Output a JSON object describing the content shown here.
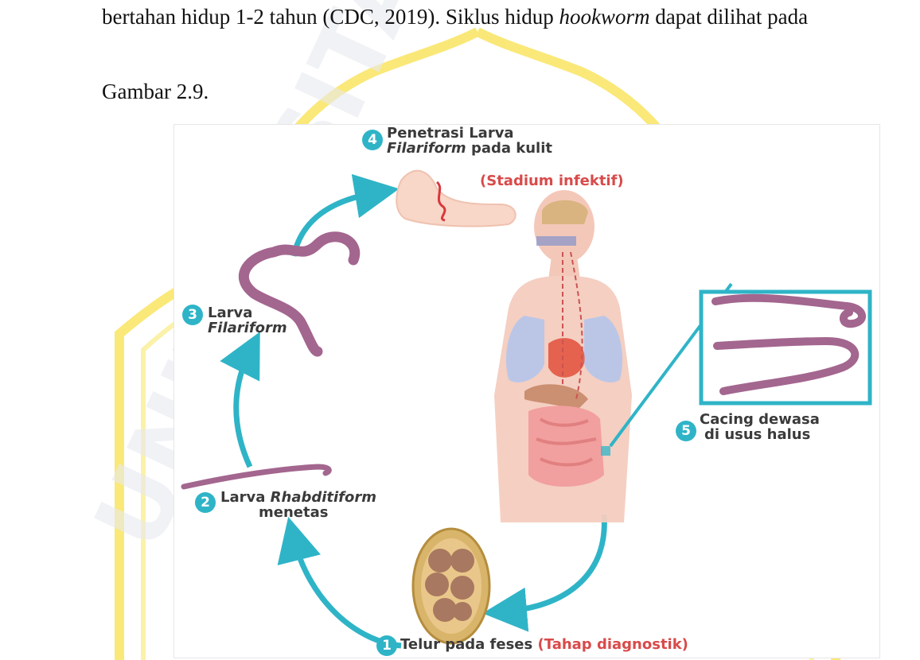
{
  "paragraph": {
    "line1_a": "bertahan hidup 1-2 tahun (CDC, 2019). Siklus hidup ",
    "line1_italic": "hookworm",
    "line1_b": " dapat dilihat pada",
    "line2": "Gambar 2.9."
  },
  "watermark_text": "UNIVERSITAS",
  "figure": {
    "step4": {
      "num": "4",
      "title": "Penetrasi Larva",
      "italic": "Filariform",
      "rest": " pada kulit",
      "note": "(Stadium infektif)"
    },
    "step3": {
      "num": "3",
      "line1": "Larva",
      "italic": "Filariform"
    },
    "step2": {
      "num": "2",
      "prefix": "Larva ",
      "italic": "Rhabditiform",
      "line2": "menetas"
    },
    "step5": {
      "num": "5",
      "line1": "Cacing dewasa",
      "line2": "di usus halus"
    },
    "step1": {
      "num": "1",
      "label": "Telur pada feses",
      "note": "(Tahap diagnostik)"
    }
  },
  "colors": {
    "accent": "#2fb4c7",
    "worm": "#a3668f",
    "note_red": "#d94a4a",
    "watermark_yellow": "#f7df3c"
  }
}
